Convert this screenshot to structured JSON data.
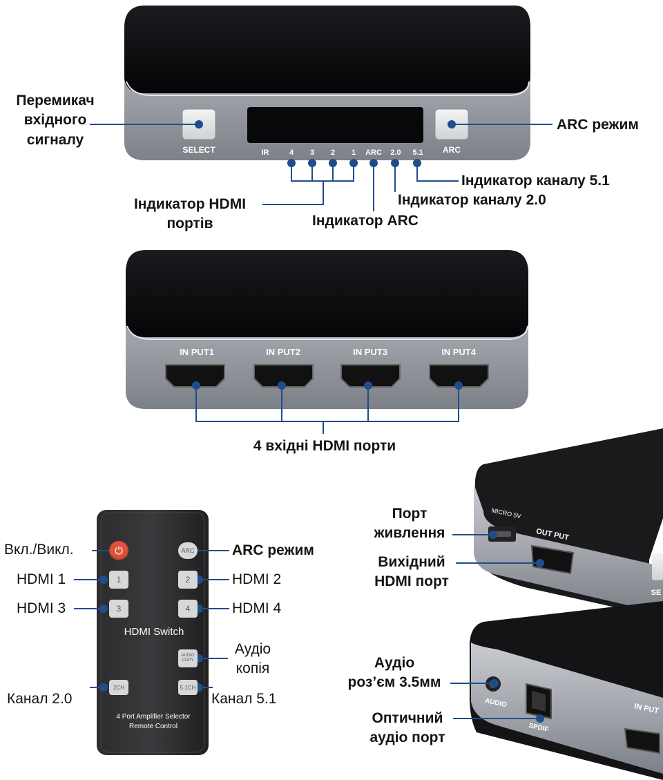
{
  "device": {
    "front": {
      "select_label": "SELECT",
      "arc_label": "ARC",
      "indicator_labels": [
        "IR",
        "4",
        "3",
        "2",
        "1",
        "ARC",
        "2.0",
        "5.1"
      ]
    },
    "back": {
      "inputs": [
        "IN PUT1",
        "IN PUT2",
        "IN PUT3",
        "IN PUT4"
      ]
    },
    "side": {
      "micro_label": "MICRO 5V",
      "output_label": "OUT PUT",
      "audio_label": "AUDIO",
      "spdif_label": "SPDIF",
      "input_label": "IN PUT",
      "select_partial": "SE"
    }
  },
  "remote": {
    "buttons": {
      "arc": "ARC",
      "b1": "1",
      "b2": "2",
      "b3": "3",
      "b4": "4",
      "audio_copy": "AUDIO COPY",
      "ch20": "2CH",
      "ch51": "5.1CH"
    },
    "title": "HDMI  Switch",
    "footer_line1": "4 Port Amplifier Selector",
    "footer_line2": "Remote Control"
  },
  "callouts": {
    "input_switch": [
      "Перемикач",
      "вхідного",
      "сигналу"
    ],
    "arc_mode": "ARC режим",
    "hdmi_indicator": [
      "Індикатор HDMI",
      "портів"
    ],
    "ch51_indicator": "Індикатор каналу 5.1",
    "ch20_indicator": "Індикатор каналу 2.0",
    "arc_indicator": "Індикатор ARC",
    "hdmi_inputs": "4 вхідні HDMI порти",
    "power_port": [
      "Порт",
      "живлення"
    ],
    "hdmi_output": [
      "Вихідний",
      "HDMI порт"
    ],
    "audio_jack": [
      "Аудіо",
      "роз’єм 3.5мм"
    ],
    "optical": [
      "Оптичний",
      "аудіо порт"
    ],
    "remote_power": "Вкл./Викл.",
    "remote_arc": "ARC режим",
    "remote_hdmi1": "HDMI 1",
    "remote_hdmi2": "HDMI 2",
    "remote_hdmi3": "HDMI 3",
    "remote_hdmi4": "HDMI 4",
    "remote_audio_copy": [
      "Аудіо",
      "копія"
    ],
    "remote_ch20": "Канал 2.0",
    "remote_ch51": "Канал 5.1"
  },
  "colors": {
    "callout_line": "#1f4d8c",
    "callout_dot": "#1f4d8c",
    "device_top": "#0b0b0d",
    "device_body": "#9ea2a8",
    "power_button": "#e0523a"
  }
}
